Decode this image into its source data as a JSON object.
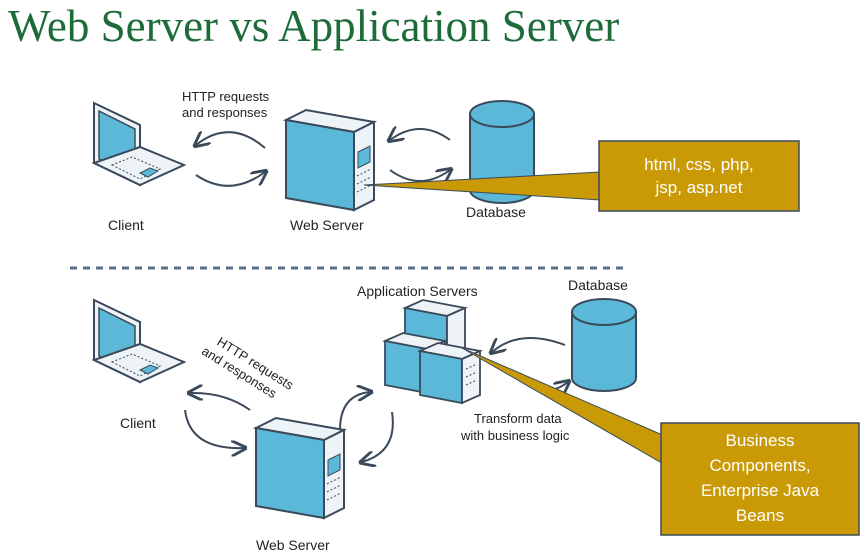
{
  "title": "Web Server vs Application Server",
  "top": {
    "http_label": [
      "HTTP requests",
      "and responses"
    ],
    "client_label": "Client",
    "webserver_label": "Web Server",
    "database_label": "Database",
    "callout": [
      "html, css, php,",
      "jsp, asp.net"
    ]
  },
  "bottom": {
    "http_label": [
      "HTTP requests",
      "and responses"
    ],
    "client_label": "Client",
    "webserver_label": "Web Server",
    "appservers_label": "Application Servers",
    "database_label": "Database",
    "transform_label": [
      "Transform data",
      "with business logic"
    ],
    "callout": [
      "Business",
      "Components,",
      "Enterprise Java",
      "Beans"
    ]
  },
  "colors": {
    "title": "#1e6b3a",
    "device_fill": "#5bb8d8",
    "outline": "#3a4a5a",
    "callout_fill": "#c99a06",
    "divider": "#5a6f8a"
  }
}
